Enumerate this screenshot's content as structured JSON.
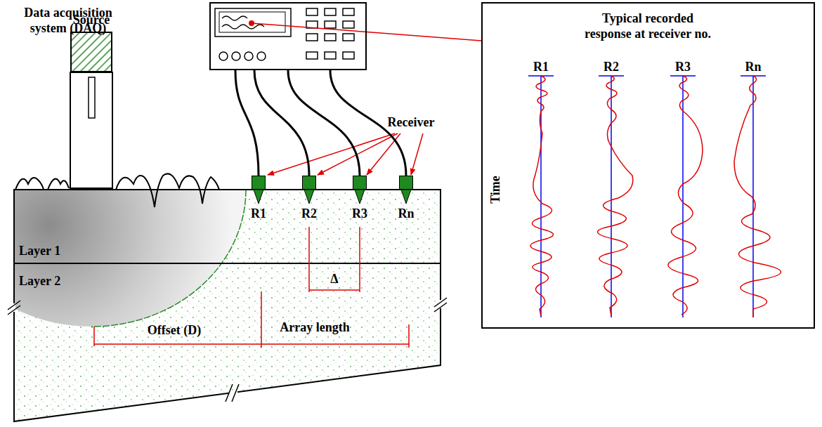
{
  "diagram": {
    "nodes": [
      {
        "text": [
          "Data acquisition system (DAQ)"
        ]
      },
      {
        "text": [
          "Source"
        ]
      },
      {
        "text": [
          "R1"
        ]
      },
      {
        "text": [
          "R2"
        ]
      },
      {
        "text": [
          "R3"
        ]
      },
      {
        "text": [
          "Rn"
        ]
      },
      {
        "text": [
          "Typical recorded response at receiver no."
        ]
      }
    ],
    "edges": [
      {
        "from": 0,
        "to": 2,
        "arrow": "none"
      },
      {
        "from": 0,
        "to": 3,
        "arrow": "none"
      },
      {
        "from": 0,
        "to": 4,
        "arrow": "none"
      },
      {
        "from": 0,
        "to": 5,
        "arrow": "none"
      },
      {
        "from": 0,
        "to": 6,
        "arrow": "none"
      }
    ],
    "labels": [
      "Receiver",
      "Layer 1",
      "Layer 2",
      "Δ",
      "Offset (D)",
      "Array length",
      "R1",
      "R2",
      "R3",
      "Rn",
      "Time"
    ]
  }
}
